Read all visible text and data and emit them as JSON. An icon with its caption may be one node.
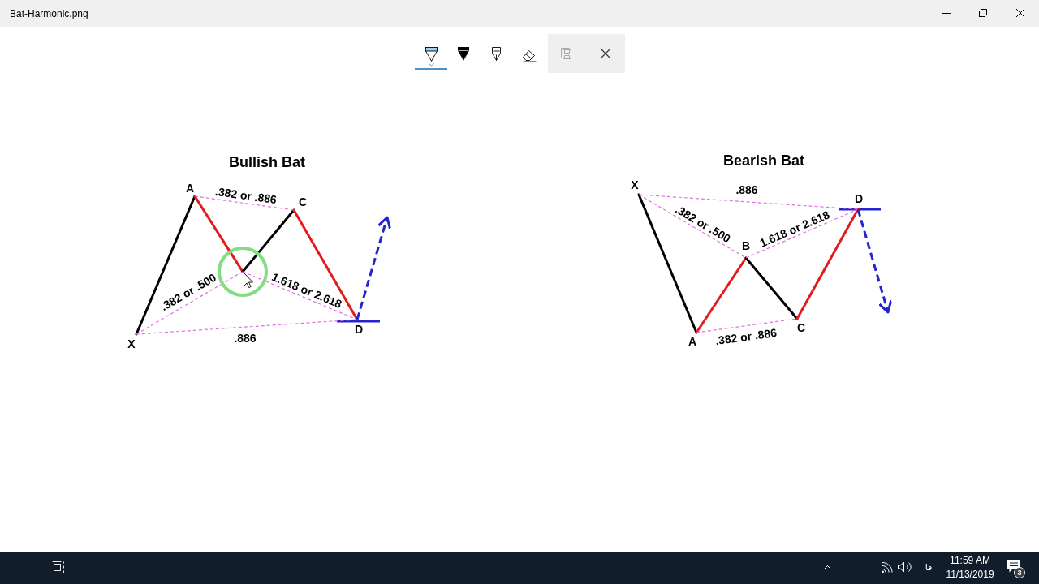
{
  "diagram": {
    "nodes": [
      {
        "text": [
          "A"
        ]
      },
      {
        "text": [
          "C"
        ]
      },
      {
        "text": [],
        "shape": "circle"
      },
      {
        "text": [
          "X"
        ]
      },
      {
        "text": [
          "D"
        ]
      },
      {
        "text": [
          "X"
        ]
      },
      {
        "text": [
          "B"
        ]
      },
      {
        "text": [
          "D"
        ]
      },
      {
        "text": [
          "A"
        ]
      },
      {
        "text": [
          "C"
        ]
      }
    ],
    "edges": [
      {
        "from": 3,
        "to": 0,
        "arrow": "none",
        "color": "#000000"
      },
      {
        "from": 0,
        "to": 2,
        "arrow": "none",
        "color": "#e31b1b"
      },
      {
        "from": 2,
        "to": 1,
        "arrow": "none",
        "color": "#000000"
      },
      {
        "from": 1,
        "to": 4,
        "arrow": "none",
        "color": "#e31b1b"
      },
      {
        "from": 0,
        "to": 1,
        "arrow": "none",
        "style": "dashed",
        "label": ".382 or .886"
      },
      {
        "from": 3,
        "to": 2,
        "arrow": "none",
        "style": "dashed",
        "label": ".382 or .500"
      },
      {
        "from": 2,
        "to": 4,
        "arrow": "none",
        "style": "dashed",
        "label": "1.618 or 2.618"
      },
      {
        "from": 3,
        "to": 4,
        "arrow": "none",
        "style": "dashed",
        "label": ".886"
      },
      {
        "from": 4,
        "to": null,
        "arrow": "to",
        "style": "dashed",
        "color": "#2424d0"
      },
      {
        "from": 5,
        "to": 8,
        "arrow": "none",
        "color": "#000000"
      },
      {
        "from": 8,
        "to": 6,
        "arrow": "none",
        "color": "#e31b1b"
      },
      {
        "from": 6,
        "to": 9,
        "arrow": "none",
        "color": "#000000"
      },
      {
        "from": 9,
        "to": 7,
        "arrow": "none",
        "color": "#e31b1b"
      },
      {
        "from": 5,
        "to": 7,
        "arrow": "none",
        "style": "dashed",
        "label": ".886"
      },
      {
        "from": 5,
        "to": 6,
        "arrow": "none",
        "style": "dashed",
        "label": ".382 or .500"
      },
      {
        "from": 6,
        "to": 7,
        "arrow": "none",
        "style": "dashed",
        "label": "1.618 or 2.618"
      },
      {
        "from": 8,
        "to": 9,
        "arrow": "none",
        "style": "dashed",
        "label": ".382 or .886"
      },
      {
        "from": 7,
        "to": null,
        "arrow": "to",
        "style": "dashed",
        "color": "#2424d0"
      }
    ],
    "labels": [
      "Bat-Harmonic.png",
      "Bullish Bat",
      "Bearish Bat",
      "فا",
      "11:59 AM",
      "11/13/2019",
      "3"
    ]
  }
}
